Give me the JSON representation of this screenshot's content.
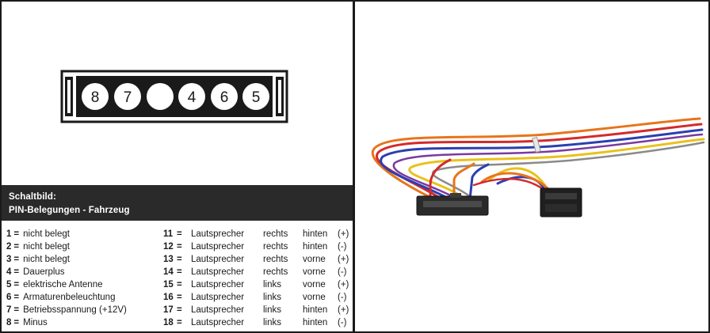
{
  "connector": {
    "pins": [
      "8",
      "7",
      "",
      "4",
      "6",
      "5"
    ]
  },
  "heading": {
    "line1": "Schaltbild:",
    "line2": "PIN-Belegungen - Fahrzeug"
  },
  "pins_left": [
    {
      "num": "1",
      "eq": "=",
      "desc": "nicht belegt"
    },
    {
      "num": "2",
      "eq": "=",
      "desc": "nicht belegt"
    },
    {
      "num": "3",
      "eq": "=",
      "desc": "nicht belegt"
    },
    {
      "num": "4",
      "eq": "=",
      "desc": "Dauerplus"
    },
    {
      "num": "5",
      "eq": "=",
      "desc": "elektrische Antenne"
    },
    {
      "num": "6",
      "eq": "=",
      "desc": "Armaturenbeleuchtung"
    },
    {
      "num": "7",
      "eq": "=",
      "desc": "Betriebsspannung (+12V)"
    },
    {
      "num": "8",
      "eq": "=",
      "desc": "Minus"
    }
  ],
  "pins_right": [
    {
      "num": "11",
      "eq": "=",
      "desc": "Lautsprecher",
      "side": "rechts",
      "pos": "hinten",
      "pol": "(+)"
    },
    {
      "num": "12",
      "eq": "=",
      "desc": "Lautsprecher",
      "side": "rechts",
      "pos": "hinten",
      "pol": "(-)"
    },
    {
      "num": "13",
      "eq": "=",
      "desc": "Lautsprecher",
      "side": "rechts",
      "pos": "vorne",
      "pol": "(+)"
    },
    {
      "num": "14",
      "eq": "=",
      "desc": "Lautsprecher",
      "side": "rechts",
      "pos": "vorne",
      "pol": "(-)"
    },
    {
      "num": "15",
      "eq": "=",
      "desc": "Lautsprecher",
      "side": "links",
      "pos": "vorne",
      "pol": "(+)"
    },
    {
      "num": "16",
      "eq": "=",
      "desc": "Lautsprecher",
      "side": "links",
      "pos": "vorne",
      "pol": "(-)"
    },
    {
      "num": "17",
      "eq": "=",
      "desc": "Lautsprecher",
      "side": "links",
      "pos": "hinten",
      "pol": "(+)"
    },
    {
      "num": "18",
      "eq": "=",
      "desc": "Lautsprecher",
      "side": "links",
      "pos": "hinten",
      "pol": "(-)"
    }
  ],
  "colors": {
    "frame": "#1a1a1a",
    "heading_bg": "#2a2a2a",
    "wire_orange": "#e8741a",
    "wire_red": "#d42a2a",
    "wire_blue": "#2b3fb0",
    "wire_yellow": "#e8c21a",
    "wire_purple": "#7a3aa0",
    "wire_grey": "#8a8a8a",
    "connector_body": "#2a2a2a"
  }
}
